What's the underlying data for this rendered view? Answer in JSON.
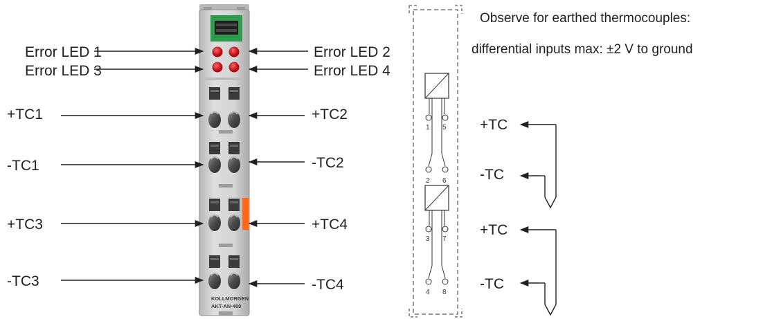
{
  "module_labels": {
    "error_led_1": "Error LED 1",
    "error_led_2": "Error LED 2",
    "error_led_3": "Error LED 3",
    "error_led_4": "Error LED 4",
    "tc1_pos": "+TC1",
    "tc2_pos": "+TC2",
    "tc1_neg": "-TC1",
    "tc2_neg": "-TC2",
    "tc3_pos": "+TC3",
    "tc4_pos": "+TC4",
    "tc3_neg": "-TC3",
    "tc4_neg": "-TC4"
  },
  "module_marking": {
    "brand": "KOLLMORGEN",
    "model": "AKT-AN-400"
  },
  "schematic": {
    "pins": {
      "p1": "1",
      "p5": "5",
      "p2": "2",
      "p6": "6",
      "p3": "3",
      "p7": "7",
      "p4": "4",
      "p8": "8"
    }
  },
  "notes": {
    "line1": "Observe for earthed thermocouples:",
    "line2": "differential inputs max: ±2 V to ground"
  },
  "connection_labels": {
    "tc_pos_a": "+TC",
    "tc_neg_a": "-TC",
    "tc_pos_b": "+TC",
    "tc_neg_b": "-TC"
  },
  "colors": {
    "led_red": "#c8141e",
    "module_grey": "#cfcfcf",
    "green_top": "#2e9a4c",
    "orange_marker": "#ff6a1a",
    "text": "#231f20"
  }
}
